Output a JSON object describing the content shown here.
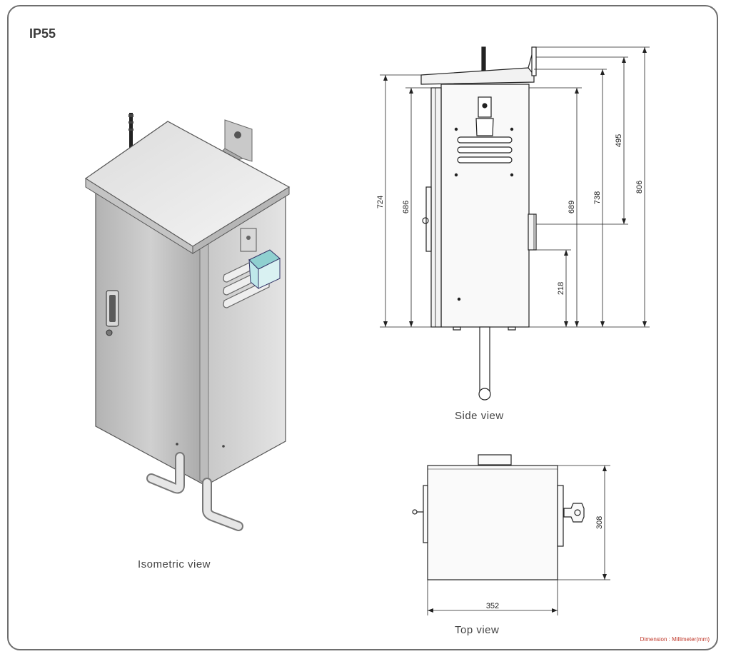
{
  "rating": "IP55",
  "views": {
    "isometric": "Isometric view",
    "side": "Side view",
    "top": "Top view"
  },
  "dimensions": {
    "d724": "724",
    "d686": "686",
    "d689": "689",
    "d738": "738",
    "d495": "495",
    "d806": "806",
    "d218": "218",
    "d308": "308",
    "d352": "352"
  },
  "unit_note": "Dimension : Millimeter(mm)",
  "colors": {
    "frame": "#6e6e6e",
    "unit_note": "#c0392b",
    "cap": "#7fc4c4"
  }
}
